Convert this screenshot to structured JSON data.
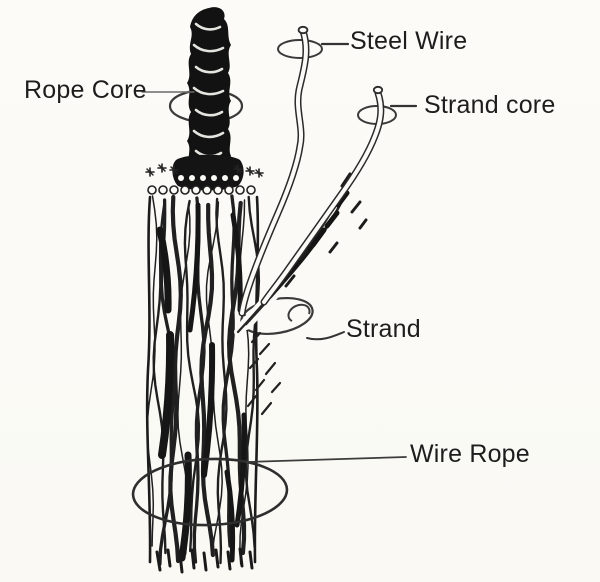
{
  "diagram": {
    "subject": "wire-rope-construction",
    "background_color": "#fbfaf6",
    "ink_color": "#232323",
    "labels": {
      "rope_core": "Rope Core",
      "steel_wire": "Steel Wire",
      "strand_core": "Strand core",
      "strand": "Strand",
      "wire_rope": "Wire Rope"
    }
  }
}
